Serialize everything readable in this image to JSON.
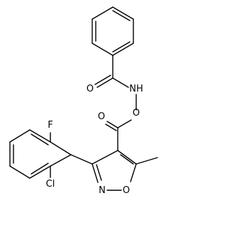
{
  "molecule": {
    "atom_labels": {
      "carbonyl_o_benzoyl": "O",
      "nh": "NH",
      "oxy_o": "O",
      "carbonyl_o_ester": "O",
      "fluorine": "F",
      "chlorine": "Cl",
      "ring_n": "N",
      "ring_o": "O"
    }
  }
}
